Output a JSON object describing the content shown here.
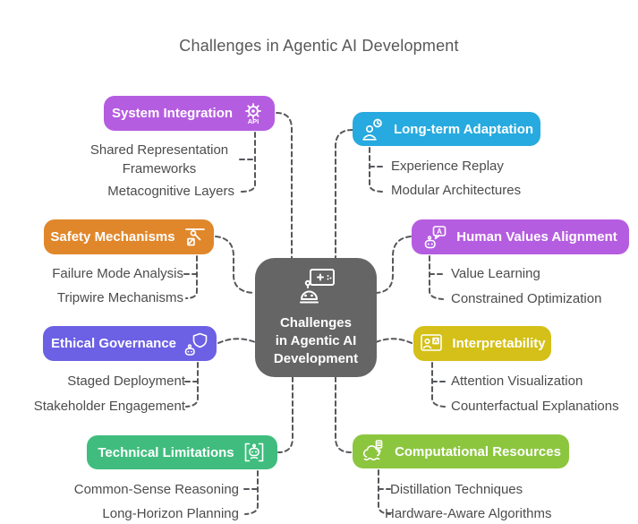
{
  "title": "Challenges in Agentic AI Development",
  "center": {
    "label": "Challenges in Agentic AI Development",
    "lines": [
      "Challenges",
      "in Agentic AI",
      "Development"
    ],
    "color": "#656565",
    "icon": "robot-presentation-icon"
  },
  "connector_color": "#55575b",
  "branches": [
    {
      "label": "System Integration",
      "color": "#b55de0",
      "icon": "gear-api-icon",
      "side": "left",
      "children": [
        "Shared Representation Frameworks",
        "Metacognitive Layers"
      ]
    },
    {
      "label": "Long-term Adaptation",
      "color": "#27aadf",
      "icon": "person-refresh-icon",
      "side": "right",
      "children": [
        "Experience Replay",
        "Modular Architectures"
      ]
    },
    {
      "label": "Safety Mechanisms",
      "color": "#e1872b",
      "icon": "crane-pulley-icon",
      "side": "left",
      "children": [
        "Failure Mode Analysis",
        "Tripwire Mechanisms"
      ]
    },
    {
      "label": "Human Values Alignment",
      "color": "#b55de0",
      "icon": "robot-chat-icon",
      "side": "right",
      "children": [
        "Value Learning",
        "Constrained Optimization"
      ]
    },
    {
      "label": "Ethical Governance",
      "color": "#6c60e4",
      "icon": "robot-shield-icon",
      "side": "left",
      "children": [
        "Staged Deployment",
        "Stakeholder Engagement"
      ]
    },
    {
      "label": "Interpretability",
      "color": "#d4c018",
      "icon": "screen-person-icon",
      "side": "right",
      "children": [
        "Attention Visualization",
        "Counterfactual Explanations"
      ]
    },
    {
      "label": "Technical Limitations",
      "color": "#40bd7e",
      "icon": "robot-book-icon",
      "side": "left",
      "children": [
        "Common-Sense Reasoning",
        "Long-Horizon Planning"
      ]
    },
    {
      "label": "Computational Resources",
      "color": "#8cc63f",
      "icon": "cloud-chip-icon",
      "side": "right",
      "children": [
        "Distillation Techniques",
        "Hardware-Aware Algorithms"
      ]
    }
  ]
}
